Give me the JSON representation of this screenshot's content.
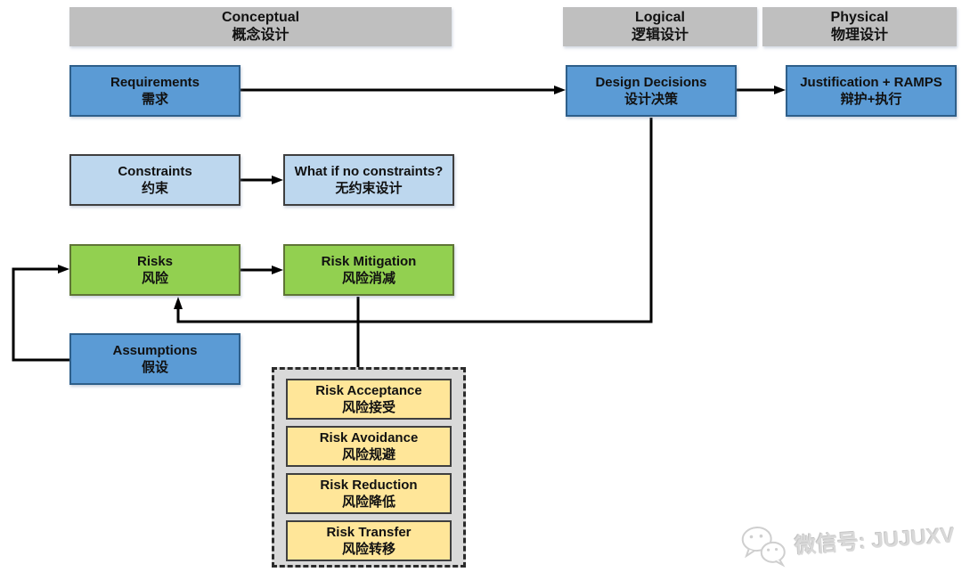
{
  "headers": {
    "conceptual": {
      "en": "Conceptual",
      "zh": "概念设计"
    },
    "logical": {
      "en": "Logical",
      "zh": "逻辑设计"
    },
    "physical": {
      "en": "Physical",
      "zh": "物理设计"
    }
  },
  "boxes": {
    "requirements": {
      "en": "Requirements",
      "zh": "需求"
    },
    "design_decisions": {
      "en": "Design Decisions",
      "zh": "设计决策"
    },
    "justification": {
      "en": "Justification + RAMPS",
      "zh": "辩护+执行"
    },
    "constraints": {
      "en": "Constraints",
      "zh": "约束"
    },
    "what_if": {
      "en": "What if no constraints?",
      "zh": "无约束设计"
    },
    "risks": {
      "en": "Risks",
      "zh": "风险"
    },
    "risk_mitigation": {
      "en": "Risk Mitigation",
      "zh": "风险消减"
    },
    "assumptions": {
      "en": "Assumptions",
      "zh": "假设"
    },
    "risk_acceptance": {
      "en": "Risk Acceptance",
      "zh": "风险接受"
    },
    "risk_avoidance": {
      "en": "Risk Avoidance",
      "zh": "风险规避"
    },
    "risk_reduction": {
      "en": "Risk Reduction",
      "zh": "风险降低"
    },
    "risk_transfer": {
      "en": "Risk Transfer",
      "zh": "风险转移"
    }
  },
  "watermark": {
    "text": "微信号: JUJUXV"
  },
  "colors": {
    "blue": "#5B9BD5",
    "blue_border": "#2E5F8A",
    "blue_light": "#BDD7EE",
    "green": "#92D050",
    "green_border": "#5F7536",
    "yellow": "#FFE699",
    "dark_border": "#3F3F3F",
    "header_gray": "#BFBFBF",
    "panel_gray": "#D9D9D9",
    "line": "#000000"
  }
}
